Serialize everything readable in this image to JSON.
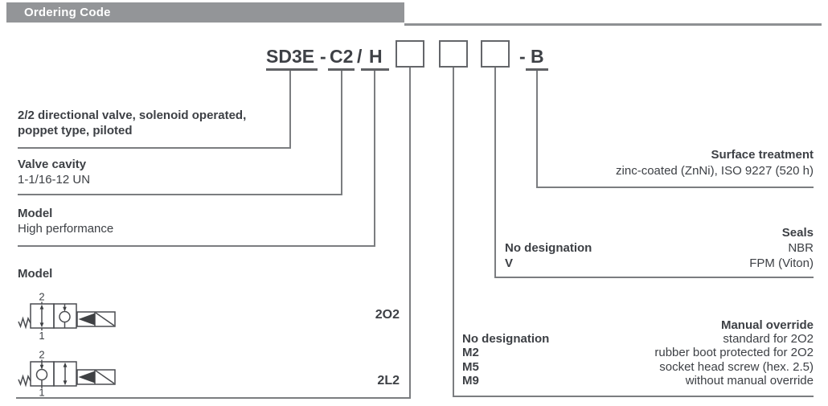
{
  "header": {
    "title": "Ordering Code"
  },
  "code": {
    "family": "SD3E",
    "dash": "-",
    "cavity": "C2",
    "slash": "/",
    "model": "H",
    "suffix": "- B"
  },
  "sections": {
    "description": {
      "line1": "2/2 directional valve, solenoid operated,",
      "line2": "poppet type, piloted"
    },
    "valve_cavity": {
      "title": "Valve cavity",
      "value": "1-1/16-12 UN"
    },
    "model_performance": {
      "title": "Model",
      "value": "High performance"
    },
    "model_symbols": {
      "title": "Model",
      "port_top": "2",
      "port_bottom": "1",
      "options": [
        {
          "code": "2O2"
        },
        {
          "code": "2L2"
        }
      ]
    },
    "surface_treatment": {
      "title": "Surface treatment",
      "value": "zinc-coated (ZnNi), ISO 9227 (520 h)"
    },
    "seals": {
      "title": "Seals",
      "rows": [
        {
          "code": "No designation",
          "value": "NBR"
        },
        {
          "code": "V",
          "value": "FPM (Viton)"
        }
      ]
    },
    "manual_override": {
      "title": "Manual override",
      "rows": [
        {
          "code": "No designation",
          "value": "standard for 2O2"
        },
        {
          "code": "M2",
          "value": "rubber boot protected for 2O2"
        },
        {
          "code": "M5",
          "value": "socket head screw (hex. 2.5)"
        },
        {
          "code": "M9",
          "value": "without manual override"
        }
      ]
    }
  },
  "colors": {
    "header_bar": "#939598",
    "line": "#7b7d80",
    "text": "#3d4045"
  }
}
